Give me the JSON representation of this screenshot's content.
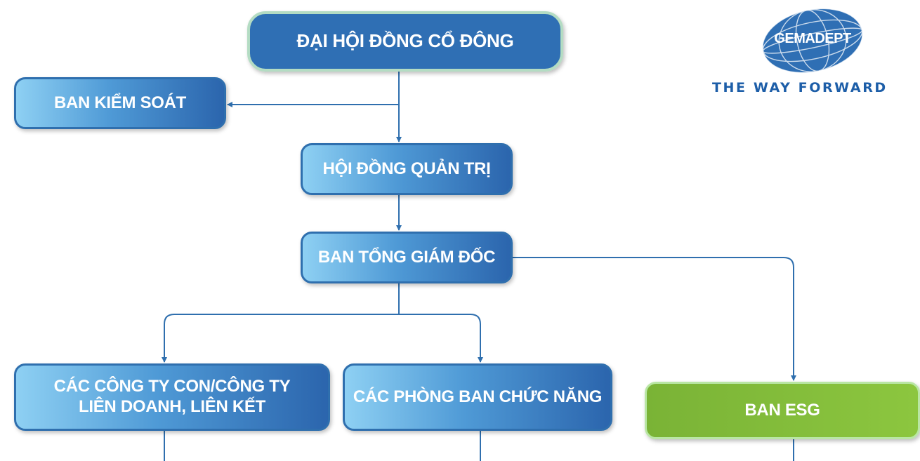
{
  "diagram": {
    "nodes": {
      "shareholders_meeting": "ĐẠI HỘI ĐỒNG CỔ ĐÔNG",
      "supervisory_board": "BAN KIỂM SOÁT",
      "board_of_directors": "HỘI ĐỒNG QUẢN TRỊ",
      "board_of_management": "BAN TỔNG GIÁM ĐỐC",
      "subsidiaries_line1": "CÁC CÔNG TY CON/CÔNG TY",
      "subsidiaries_line2": "LIÊN DOANH, LIÊN KẾT",
      "functional_departments": "CÁC PHÒNG BAN CHỨC NĂNG",
      "esg_committee": "BAN ESG"
    },
    "edges": [
      {
        "from": "shareholders_meeting",
        "to": "supervisory_board"
      },
      {
        "from": "shareholders_meeting",
        "to": "board_of_directors"
      },
      {
        "from": "board_of_directors",
        "to": "board_of_management"
      },
      {
        "from": "board_of_management",
        "to": "subsidiaries"
      },
      {
        "from": "board_of_management",
        "to": "functional_departments"
      },
      {
        "from": "board_of_management",
        "to": "esg_committee"
      }
    ],
    "colors": {
      "primary_blue": "#2f6fb4",
      "gradient_light_blue": "#8ed0f3",
      "connector_blue": "#2f6fae",
      "esg_green": "#8cc63f",
      "brand_text_blue": "#1d5ea8"
    }
  },
  "logo": {
    "icon": "globe-icon",
    "brand": "GEMADEPT",
    "tagline": "THE WAY FORWARD"
  }
}
